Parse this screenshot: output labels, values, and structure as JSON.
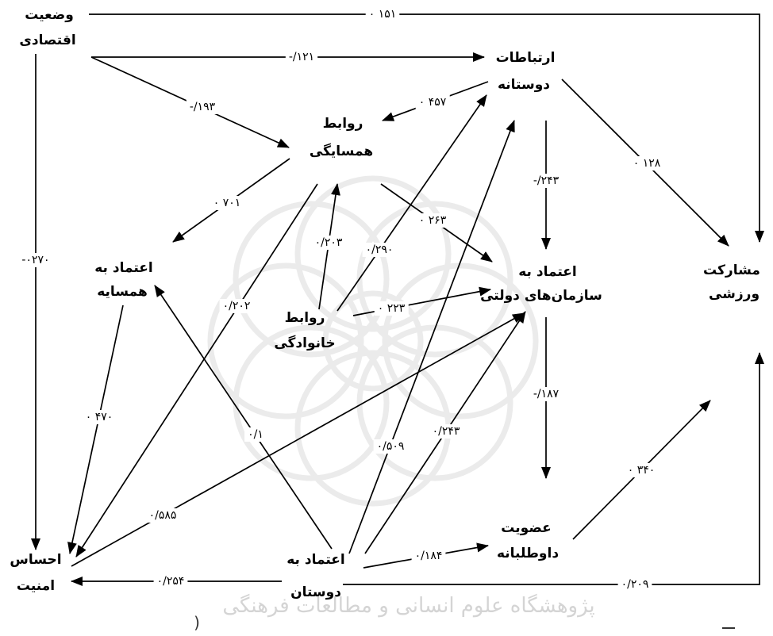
{
  "colors": {
    "ink": "#000000",
    "watermark": "#ebebeb",
    "watermark_text": "#d4d4d4"
  },
  "nodes": {
    "economic_status": [
      "وضعیت",
      "اقتصادی"
    ],
    "friendly_relations": [
      "ارتباطات",
      "دوستانه"
    ],
    "neighborhood_relations": [
      "روابط",
      "همسایگی"
    ],
    "trust_neighbor": [
      "اعتماد به",
      "همسایه"
    ],
    "sports_participation": [
      "مشارکت",
      "ورزشی"
    ],
    "trust_government": [
      "اعتماد به",
      "سازمان‌های دولتی"
    ],
    "family_relations": [
      "روابط",
      "خانوادگی"
    ],
    "volunteer_membership": [
      "عضویت",
      "داوطلبانه"
    ],
    "sense_of_security": [
      "احساس",
      "امنیت"
    ],
    "trust_friends": [
      "اعتماد به",
      "دوستان"
    ]
  },
  "edges": {
    "economic_to_sports": "۰ ۱۵۱",
    "economic_to_friendly": "-/۱۲۱",
    "economic_to_neighborhood": "-/۱۹۳",
    "economic_to_security": "-۰۲۷۰",
    "friendly_to_neighborhood": "۰ ۴۵۷",
    "friendly_to_government": "-/۲۴۳",
    "friendly_to_sports": "۰ ۱۲۸",
    "neighborhood_to_trust_neighbor": "۰ ۷۰۱",
    "neighborhood_to_government": "۰ ۲۶۳",
    "family_to_neighborhood": "۰/۲۰۳",
    "family_to_friendly": "۰/۲۹۰",
    "neighborhood_to_security": "۰/۲۰۲",
    "family_to_government": "۰ ۲۲۳",
    "government_to_volunteer": "-/۱۸۷",
    "trust_neighbor_to_security": "۰ ۴۷۰",
    "friends_to_trust_neighbor": "۰/۱",
    "friends_to_friendly": "۰/۵۰۹",
    "friends_to_government": "۰/۲۴۳",
    "volunteer_to_sports": "۰ ۳۴۰",
    "security_to_government": "۰/۵۸۵",
    "friends_to_volunteer": "۰/۱۸۴",
    "friends_to_security": "۰/۲۵۴",
    "friends_to_sports": "۰/۲۰۹"
  },
  "watermark": {
    "text": "پژوهشگاه علوم انسانی و مطالعات فرهنگی"
  },
  "stray_mark": ")"
}
